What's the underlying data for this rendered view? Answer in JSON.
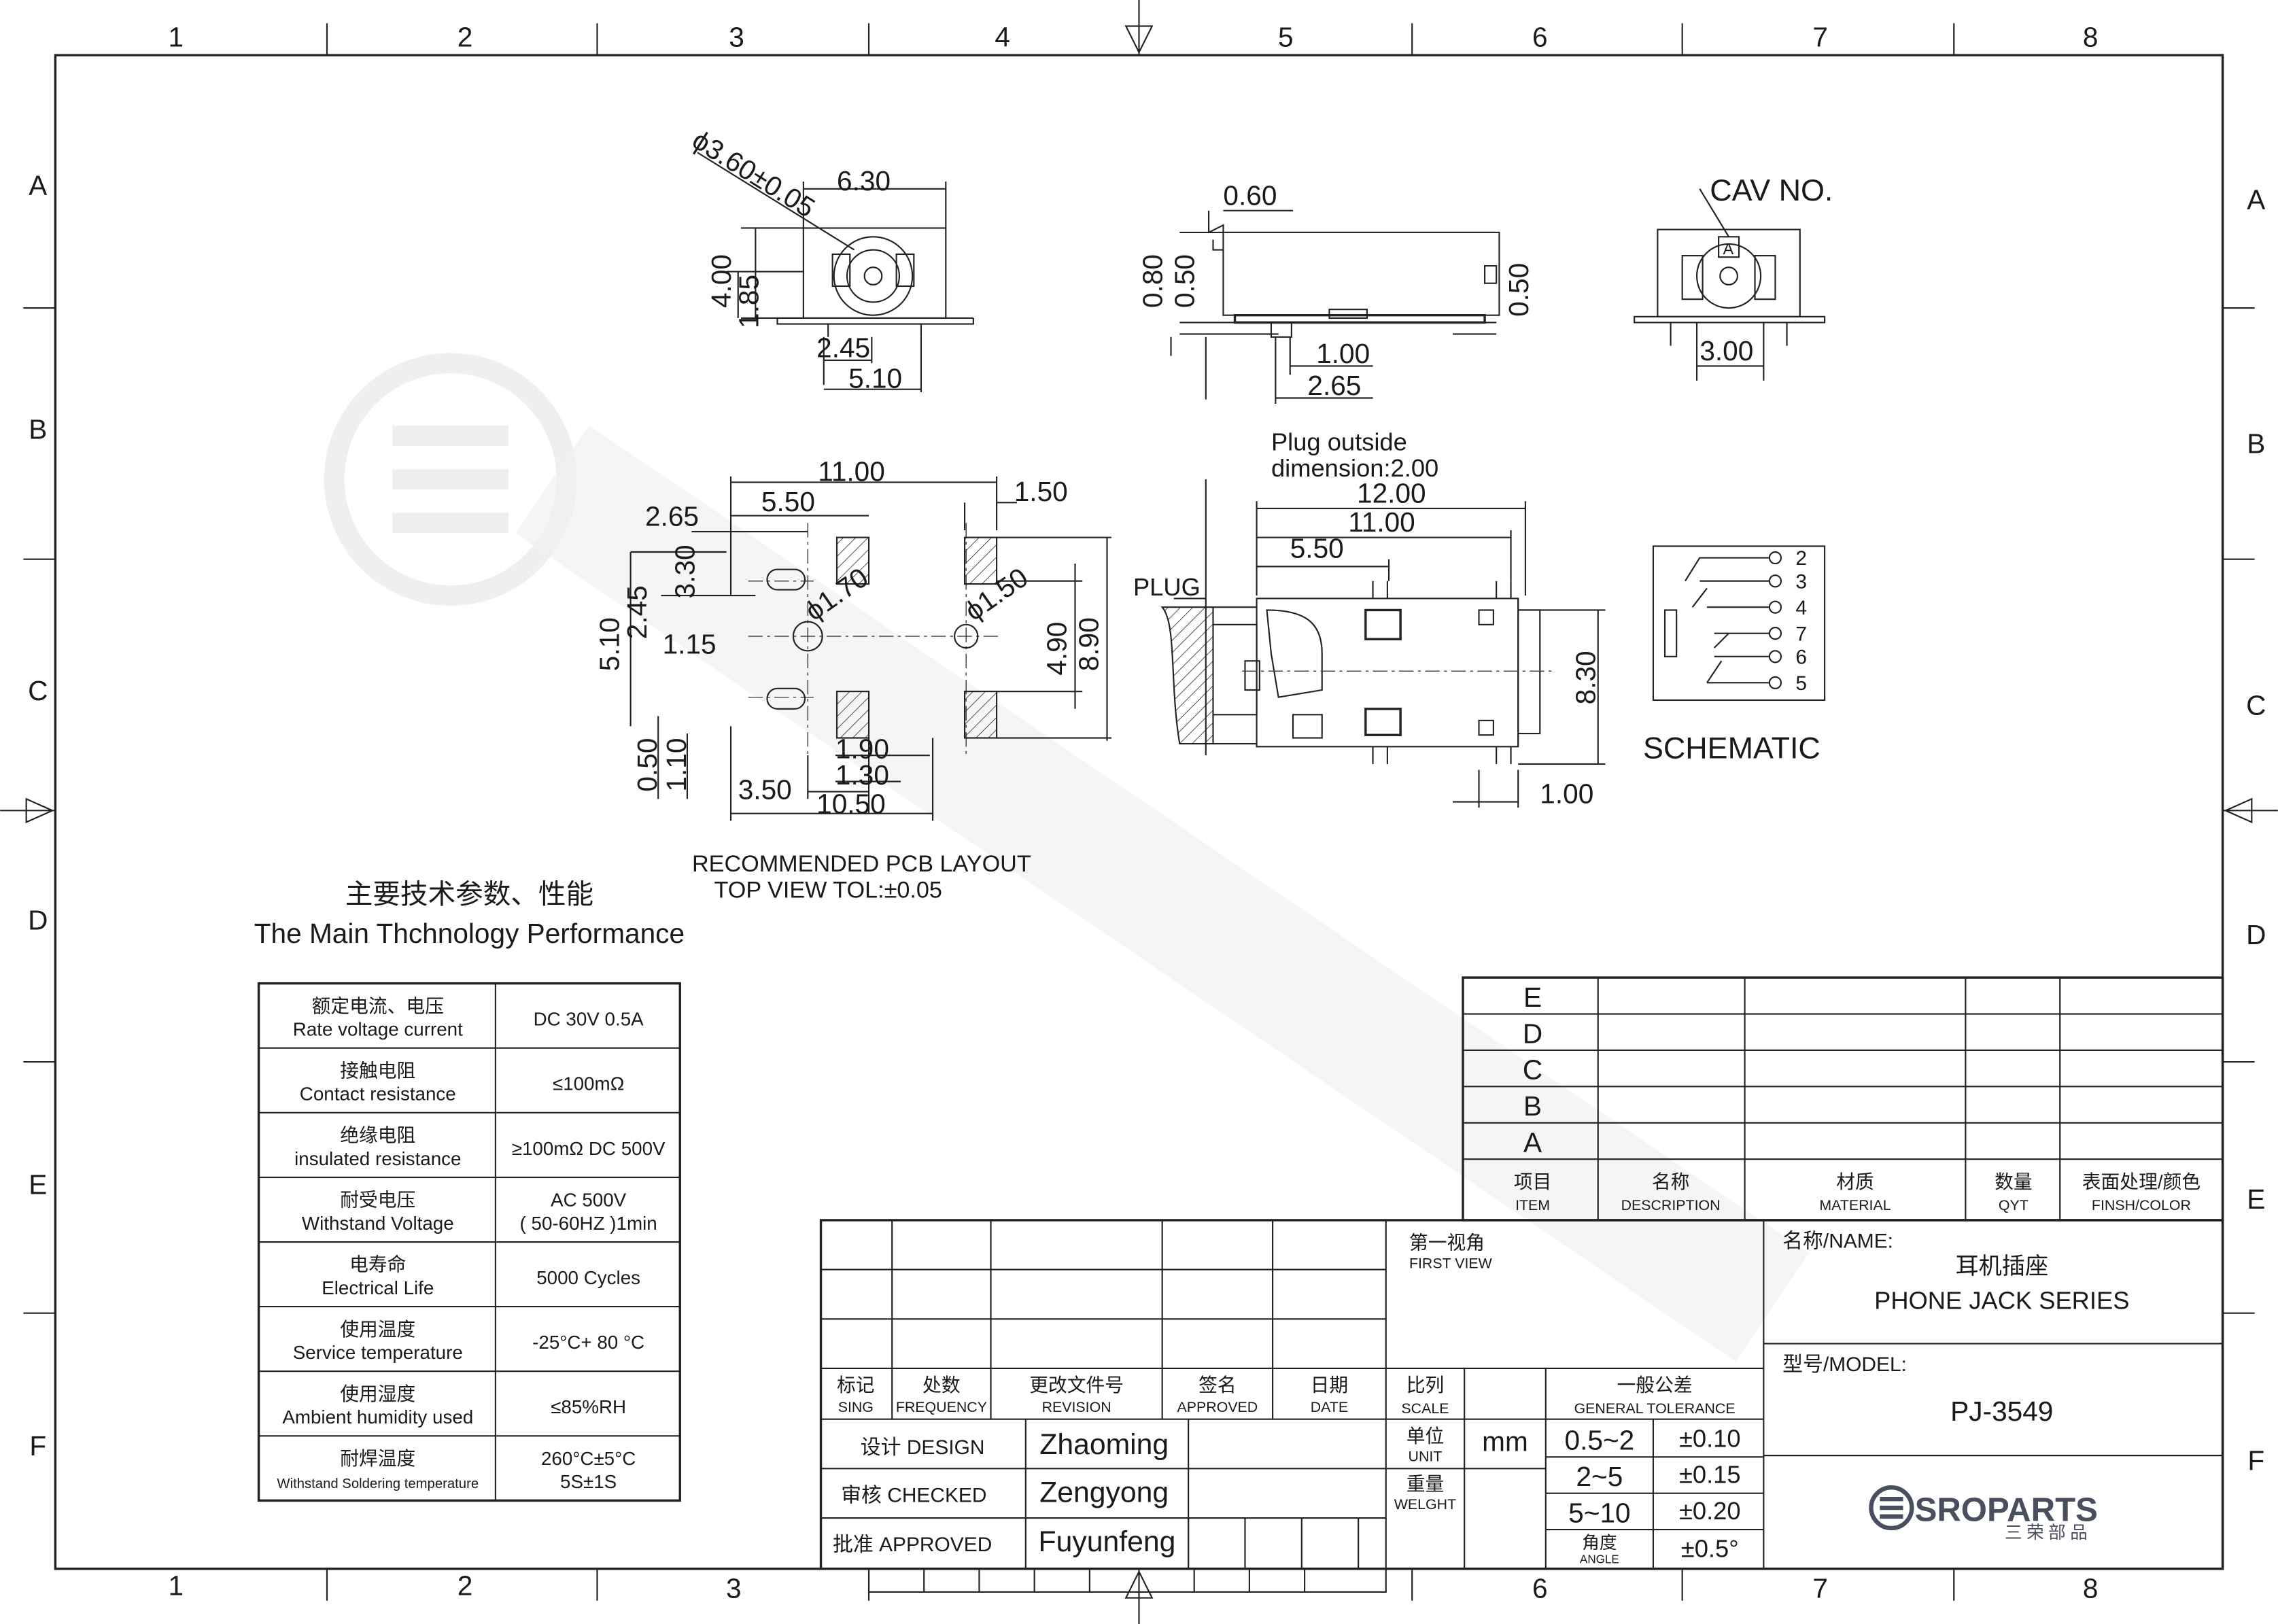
{
  "grid": {
    "cols": [
      "1",
      "2",
      "3",
      "4",
      "5",
      "6",
      "7",
      "8"
    ],
    "rows": [
      "A",
      "B",
      "C",
      "D",
      "E",
      "F"
    ]
  },
  "view_front": {
    "dims": [
      "ϕ3.60±0.05",
      "6.30",
      "4.00",
      "1.85",
      "2.45",
      "5.10"
    ]
  },
  "view_side": {
    "dims": [
      "0.60",
      "0.80",
      "0.50",
      "0.50",
      "1.00",
      "2.65"
    ]
  },
  "view_end": {
    "cav_label": "CAV NO.",
    "cav_mark": "A",
    "dims": [
      "3.00"
    ]
  },
  "pcb": {
    "dims": [
      "11.00",
      "5.50",
      "2.65",
      "1.50",
      "3.30",
      "2.45",
      "5.10",
      "1.15",
      "ϕ1.70",
      "ϕ1.50",
      "4.90",
      "8.90",
      "0.50",
      "1.10",
      "1.90",
      "1.30",
      "3.50",
      "10.50"
    ],
    "caption1": "RECOMMENDED PCB LAYOUT",
    "caption2": "TOP VIEW TOL:±0.05"
  },
  "top_view": {
    "note1": "Plug outside",
    "note2": "dimension:2.00",
    "dims": [
      "12.00",
      "11.00",
      "5.50",
      "8.30",
      "1.00"
    ],
    "plug_label": "PLUG"
  },
  "schematic": {
    "pins": [
      "2",
      "3",
      "4",
      "7",
      "6",
      "5"
    ],
    "label": "SCHEMATIC"
  },
  "performance": {
    "title_cn": "主要技术参数、性能",
    "title_en": "The Main Thchnology Performance",
    "rows": [
      {
        "cn": "额定电流、电压",
        "en": "Rate voltage current",
        "v1": "DC 30V   0.5A",
        "v2": ""
      },
      {
        "cn": "接触电阻",
        "en": "Contact resistance",
        "v1": "≤100mΩ",
        "v2": ""
      },
      {
        "cn": "绝缘电阻",
        "en": "insulated resistance",
        "v1": "≥100mΩ DC 500V",
        "v2": ""
      },
      {
        "cn": "耐受电压",
        "en": "Withstand Voltage",
        "v1": "AC 500V",
        "v2": "( 50-60HZ )1min"
      },
      {
        "cn": "电寿命",
        "en": "Electrical Life",
        "v1": "5000 Cycles",
        "v2": ""
      },
      {
        "cn": "使用温度",
        "en": "Service temperature",
        "v1": "-25°C+ 80 °C",
        "v2": ""
      },
      {
        "cn": "使用湿度",
        "en": "Ambient humidity used",
        "v1": "≤85%RH",
        "v2": ""
      },
      {
        "cn": "耐焊温度",
        "en": "Withstand Soldering temperature",
        "v1": "260°C±5°C",
        "v2": "5S±1S"
      }
    ]
  },
  "revision_table": {
    "rows": [
      "E",
      "D",
      "C",
      "B",
      "A"
    ],
    "headers": [
      {
        "cn": "项目",
        "en": "ITEM"
      },
      {
        "cn": "名称",
        "en": "DESCRIPTION"
      },
      {
        "cn": "材质",
        "en": "MATERIAL"
      },
      {
        "cn": "数量",
        "en": "QYT"
      },
      {
        "cn": "表面处理/颜色",
        "en": "FINSH/COLOR"
      }
    ]
  },
  "title_block": {
    "change_headers": [
      {
        "cn": "标记",
        "en": "SING"
      },
      {
        "cn": "处数",
        "en": "FREQUENCY"
      },
      {
        "cn": "更改文件号",
        "en": "REVISION"
      },
      {
        "cn": "签名",
        "en": "APPROVED"
      },
      {
        "cn": "日期",
        "en": "DATE"
      }
    ],
    "first_view_cn": "第一视角",
    "first_view_en": "FIRST VIEW",
    "scale_cn": "比列",
    "scale_en": "SCALE",
    "tol_cn": "一般公差",
    "tol_en": "GENERAL TOLERANCE",
    "unit_cn": "单位",
    "unit_en": "UNIT",
    "unit_value": "mm",
    "weight_cn": "重量",
    "weight_en": "WELGHT",
    "angle_cn": "角度",
    "angle_en": "ANGLE",
    "tolerances": [
      {
        "range": "0.5~2",
        "tol": "±0.10"
      },
      {
        "range": "2~5",
        "tol": "±0.15"
      },
      {
        "range": "5~10",
        "tol": "±0.20"
      }
    ],
    "angle_tol": "±0.5°",
    "people": [
      {
        "role": "设计 DESIGN",
        "name": "Zhaoming"
      },
      {
        "role": "审核 CHECKED",
        "name": "Zengyong"
      },
      {
        "role": "批准 APPROVED",
        "name": "Fuyunfeng"
      }
    ],
    "name_label": "名称/NAME:",
    "name_cn": "耳机插座",
    "name_en": "PHONE JACK SERIES",
    "model_label": "型号/MODEL:",
    "model": "PJ-3549",
    "logo_text": "SROPARTS",
    "logo_cn": "三荣部品"
  },
  "colors": {
    "line": "#222222",
    "watermark": "#e4e4e8",
    "logo": "#4a4f60"
  }
}
